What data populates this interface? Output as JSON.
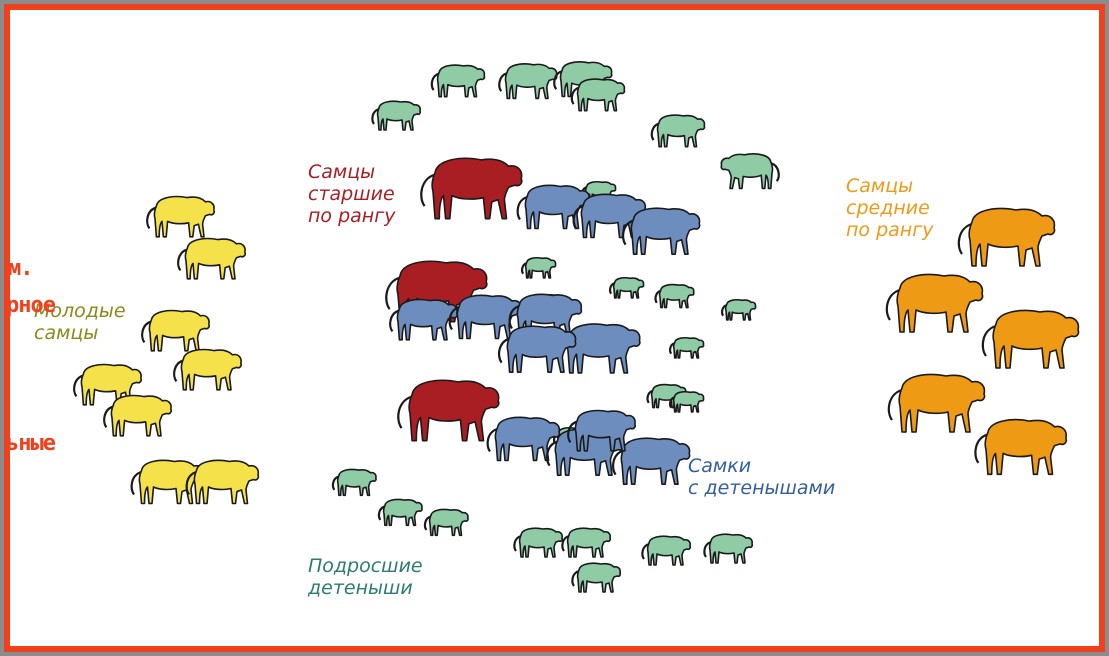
{
  "colors": {
    "frame": "#f0401e",
    "dominant_males": "#a81e23",
    "females": "#6d8dbf",
    "juveniles": "#8fcca6",
    "middle_males": "#ee9a14",
    "young_males": "#f5e14a",
    "outline": "#1a1a1a"
  },
  "labels": {
    "dominant_males": "Самцы\nстаршие\nпо рангу",
    "middle_males": "Самцы\nсредние\nпо рангу",
    "young_males": "Молодые\nсамцы",
    "females": "Самки\nс детенышами",
    "juveniles": "Подросшие\nдетеныши"
  },
  "overlay_text": {
    "line1": "м.",
    "line2": "рное",
    "line3": "ьные"
  },
  "icon_names": [
    "baboon-icon"
  ]
}
